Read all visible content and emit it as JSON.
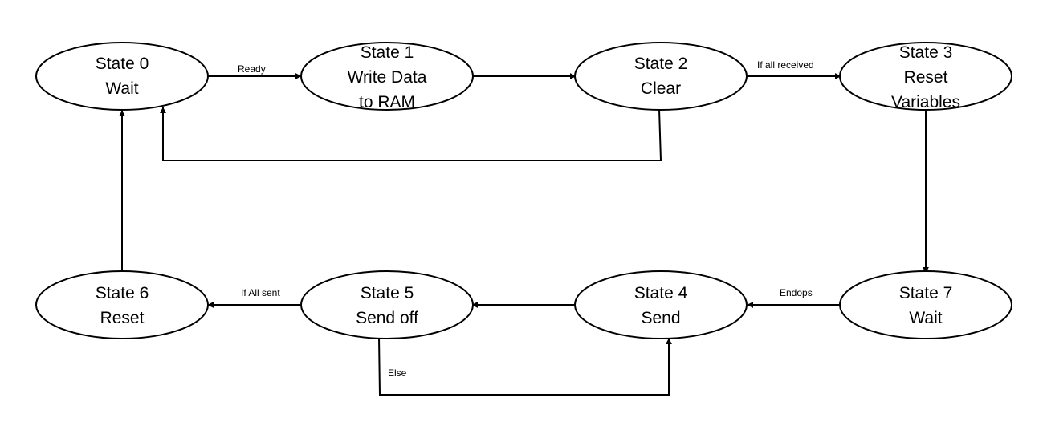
{
  "diagram": {
    "states": {
      "s0": {
        "lines": [
          "State 0",
          "Wait"
        ]
      },
      "s1": {
        "lines": [
          "State 1",
          "Write Data",
          "to RAM"
        ]
      },
      "s2": {
        "lines": [
          "State 2",
          "Clear"
        ]
      },
      "s3": {
        "lines": [
          "State 3",
          "Reset",
          "Variables"
        ]
      },
      "s7": {
        "lines": [
          "State 7",
          "Wait"
        ]
      },
      "s4": {
        "lines": [
          "State 4",
          "Send"
        ]
      },
      "s5": {
        "lines": [
          "State 5",
          "Send off"
        ]
      },
      "s6": {
        "lines": [
          "State 6",
          "Reset"
        ]
      }
    },
    "transitions": {
      "s0_s1": "Ready",
      "s2_s3": "If all received",
      "s7_s4": "Endops",
      "s5_s6": "If All sent",
      "s5_s4": "Else"
    },
    "stroke_color": "#000000",
    "background_color": "#ffffff"
  }
}
